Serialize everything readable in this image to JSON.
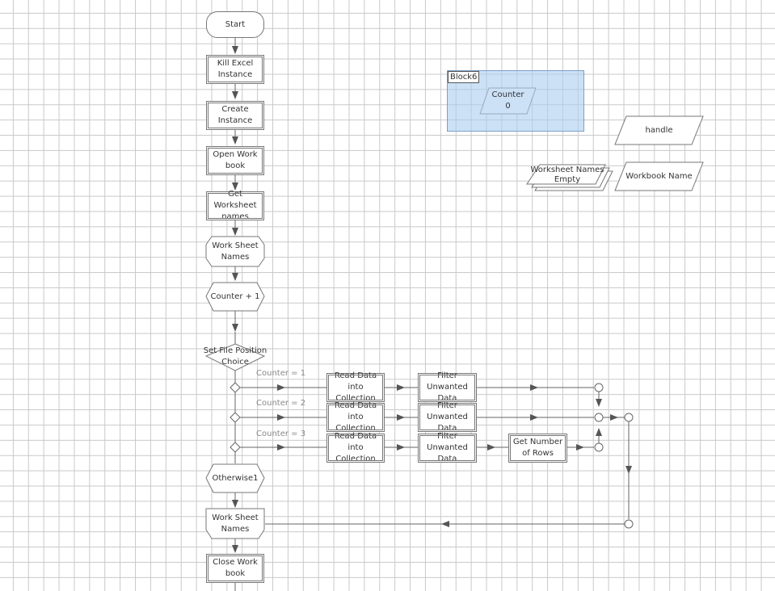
{
  "nodes": {
    "start": "Start",
    "kill_excel": "Kill Excel Instance",
    "create_instance": "Create Instance",
    "open_workbook": "Open Work book",
    "get_worksheet_names": "Get Worksheet names",
    "worksheet_names_loop": "Work Sheet Names",
    "counter_inc": "Counter + 1",
    "set_file_position": "Set File Position Choice",
    "otherwise": "Otherwise1",
    "worksheet_names_end": "Work Sheet Names",
    "close_workbook": "Close Work book"
  },
  "branches": [
    {
      "condition": "Counter = 1",
      "read": "Read Data into Collection",
      "filter": "Filter Unwanted Data"
    },
    {
      "condition": "Counter = 2",
      "read": "Read Data into Collection",
      "filter": "Filter Unwanted Data"
    },
    {
      "condition": "Counter = 3",
      "read": "Read Data into Collection",
      "filter": "Filter Unwanted Data",
      "extra": "Get Number of Rows"
    }
  ],
  "block": {
    "title": "Block6",
    "counter_name": "Counter",
    "counter_value": "0"
  },
  "data_items": {
    "handle": "handle",
    "workbook_name": "Workbook Name",
    "worksheet_names": "Worksheet Names",
    "worksheet_names_value": "Empty"
  },
  "colors": {
    "block_fill": "#aacdf0",
    "line": "#666666",
    "grid": "#c9c9c9"
  }
}
